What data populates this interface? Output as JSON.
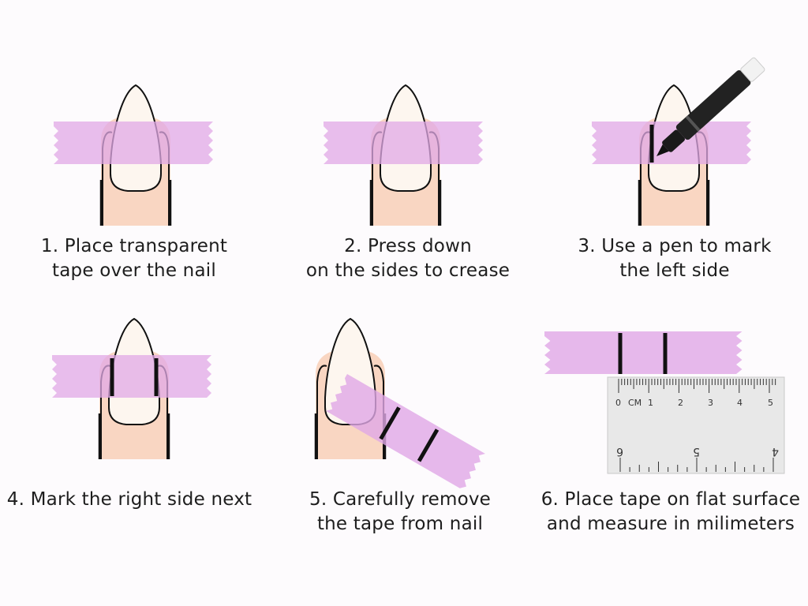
{
  "colors": {
    "background": "#fdfbfd",
    "tape": "#e0a8e6",
    "skin": "#f9d6c2",
    "nail": "#fdf6ef",
    "ink": "#111111",
    "ruler": "#e8e8e8"
  },
  "steps": [
    {
      "number": 1,
      "line1": "1. Place transparent",
      "line2": "tape over the nail"
    },
    {
      "number": 2,
      "line1": "2. Press down",
      "line2": "on the sides to crease"
    },
    {
      "number": 3,
      "line1": "3. Use a pen to mark",
      "line2": "the left side"
    },
    {
      "number": 4,
      "line1": "4. Mark the right side next",
      "line2": ""
    },
    {
      "number": 5,
      "line1": "5. Carefully remove",
      "line2": "the tape from nail"
    },
    {
      "number": 6,
      "line1": "6. Place tape on flat surface",
      "line2": "and measure in milimeters"
    }
  ],
  "ruler": {
    "unit_label": "CM",
    "top_numbers": [
      "0",
      "1",
      "2",
      "3",
      "4",
      "5"
    ],
    "bottom_numbers": [
      "6",
      "5",
      "4"
    ]
  }
}
